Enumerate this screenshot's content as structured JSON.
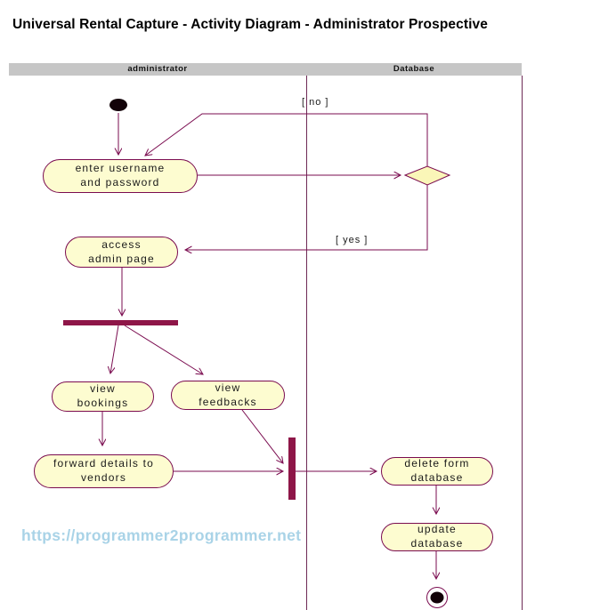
{
  "title": "Universal Rental Capture - Activity Diagram - Administrator Prospective",
  "lanes": {
    "left": "administrator",
    "right": "Database"
  },
  "activities": {
    "enter_credentials": "enter username\nand password",
    "access_admin": "access\nadmin page",
    "view_bookings": "view\nbookings",
    "view_feedbacks": "view\nfeedbacks",
    "forward_details": "forward details to\nvendors",
    "delete_form": "delete form\ndatabase",
    "update_db": "update\ndatabase"
  },
  "guards": {
    "no": "[ no ]",
    "yes": "[ yes ]"
  },
  "watermark": "https://programmer2programmer.net",
  "colors": {
    "connector_line": "#7a0b4f",
    "sync_bar": "#8e1648",
    "activity_fill": "#fdfcd0",
    "activity_border": "#7a0b4f",
    "diamond_fill": "#faf6b8",
    "lane_header": "#c6c6c6",
    "lane_border": "#6e2a56",
    "watermark_blue": "#a9d3e7",
    "text": "#1a1a1a"
  }
}
